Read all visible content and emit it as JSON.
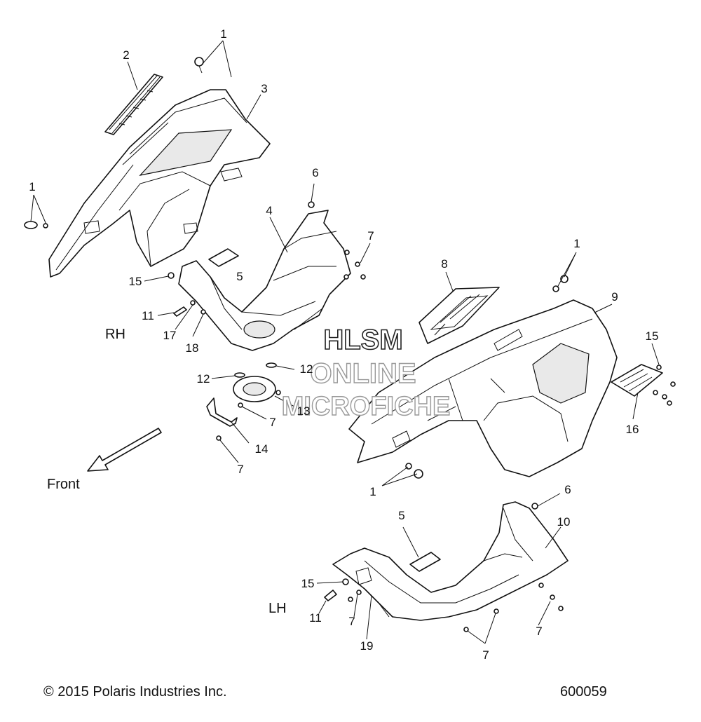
{
  "labels": {
    "side_rh": "RH",
    "side_lh": "LH",
    "front": "Front",
    "copyright": "© 2015 Polaris Industries Inc.",
    "figure_number": "600059"
  },
  "watermark": {
    "line1": "HLSM",
    "line2": "ONLINE",
    "line3": "MICROFICHE"
  },
  "callouts": [
    {
      "id": "c1a",
      "text": "1"
    },
    {
      "id": "c2",
      "text": "2"
    },
    {
      "id": "c3",
      "text": "3"
    },
    {
      "id": "c1b",
      "text": "1"
    },
    {
      "id": "c6a",
      "text": "6"
    },
    {
      "id": "c4",
      "text": "4"
    },
    {
      "id": "c7a",
      "text": "7"
    },
    {
      "id": "c5a",
      "text": "5"
    },
    {
      "id": "c15a",
      "text": "15"
    },
    {
      "id": "c11a",
      "text": "11"
    },
    {
      "id": "c17",
      "text": "17"
    },
    {
      "id": "c18",
      "text": "18"
    },
    {
      "id": "c12a",
      "text": "12"
    },
    {
      "id": "c12b",
      "text": "12"
    },
    {
      "id": "c13",
      "text": "13"
    },
    {
      "id": "c7b",
      "text": "7"
    },
    {
      "id": "c14",
      "text": "14"
    },
    {
      "id": "c7c",
      "text": "7"
    },
    {
      "id": "c8",
      "text": "8"
    },
    {
      "id": "c1c",
      "text": "1"
    },
    {
      "id": "c9",
      "text": "9"
    },
    {
      "id": "c15b",
      "text": "15"
    },
    {
      "id": "c16",
      "text": "16"
    },
    {
      "id": "c1d",
      "text": "1"
    },
    {
      "id": "c6b",
      "text": "6"
    },
    {
      "id": "c5b",
      "text": "5"
    },
    {
      "id": "c10",
      "text": "10"
    },
    {
      "id": "c15c",
      "text": "15"
    },
    {
      "id": "c11b",
      "text": "11"
    },
    {
      "id": "c7d",
      "text": "7"
    },
    {
      "id": "c19",
      "text": "19"
    },
    {
      "id": "c7e",
      "text": "7"
    },
    {
      "id": "c7f",
      "text": "7"
    }
  ]
}
